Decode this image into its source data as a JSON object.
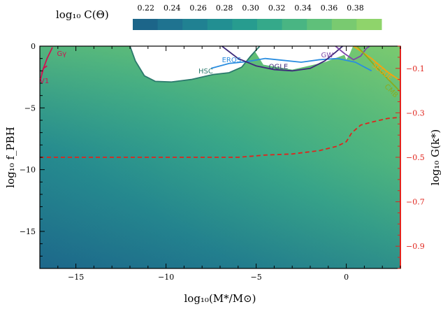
{
  "chart_data": {
    "type": "heatmap",
    "title": "",
    "xlabel": "log₁₀(M*/M⊙)",
    "ylabel": "log₁₀ f_PBH",
    "ylabel_right": "log₁₀ G(k*)",
    "colorbar_label": "log₁₀ C(Θ)",
    "xlim": [
      -17,
      3
    ],
    "ylim": [
      -18,
      0
    ],
    "ylim_right": [
      -1.0,
      0.0
    ],
    "x_ticks": [
      -15,
      -10,
      -5,
      0
    ],
    "y_ticks": [
      0,
      -5,
      -10,
      -15
    ],
    "y_ticks_right": [
      -0.1,
      -0.3,
      -0.5,
      -0.7,
      -0.9
    ],
    "colorbar": {
      "ticks": [
        0.22,
        0.24,
        0.26,
        0.28,
        0.3,
        0.32,
        0.34,
        0.36,
        0.38
      ],
      "tick_labels": [
        "0.22",
        "0.24",
        "0.26",
        "0.28",
        "0.30",
        "0.32",
        "0.34",
        "0.36",
        "0.38"
      ],
      "range": [
        0.21,
        0.4
      ],
      "colors": [
        "#1c6589",
        "#1f7390",
        "#208192",
        "#228f92",
        "#279c8f",
        "#35a98a",
        "#49b583",
        "#5fc07a",
        "#79ca70",
        "#8fd46b"
      ]
    },
    "constraints": [
      {
        "name": "Gγ",
        "color": "#d0114f",
        "points": [
          [
            -16.9,
            -2.2
          ],
          [
            -16.6,
            -1.0
          ],
          [
            -16.3,
            -0.1
          ]
        ]
      },
      {
        "name": "V1",
        "color": "#d0114f",
        "points": [
          [
            -17,
            -2.9
          ],
          [
            -16.8,
            -1.8
          ],
          [
            -16.6,
            -1.6
          ]
        ]
      },
      {
        "name": "HSC",
        "color": "#2b7a6d",
        "points": [
          [
            -12.0,
            0
          ],
          [
            -11.7,
            -1.2
          ],
          [
            -11.2,
            -2.4
          ],
          [
            -10.6,
            -2.85
          ],
          [
            -9.7,
            -2.9
          ],
          [
            -8.6,
            -2.7
          ],
          [
            -7.4,
            -2.3
          ],
          [
            -6.5,
            -2.15
          ],
          [
            -5.8,
            -1.7
          ],
          [
            -5.3,
            -0.8
          ],
          [
            -4.8,
            0
          ]
        ]
      },
      {
        "name": "EROS",
        "color": "#2a8de0",
        "points": [
          [
            -7.5,
            -1.8
          ],
          [
            -6.5,
            -1.4
          ],
          [
            -5.5,
            -1.25
          ],
          [
            -4.5,
            -1.0
          ],
          [
            -3.5,
            -1.15
          ],
          [
            -2.5,
            -1.3
          ],
          [
            -1.5,
            -1.1
          ],
          [
            -0.5,
            -1.0
          ],
          [
            0.5,
            -1.3
          ],
          [
            1.4,
            -2.0
          ]
        ]
      },
      {
        "name": "OGLE",
        "color": "#3d2a7a",
        "points": [
          [
            -6.9,
            0
          ],
          [
            -6.0,
            -1.0
          ],
          [
            -5.0,
            -1.6
          ],
          [
            -4.0,
            -1.9
          ],
          [
            -3.0,
            -2.0
          ],
          [
            -2.0,
            -1.8
          ],
          [
            -1.2,
            -1.2
          ],
          [
            -0.6,
            -0.5
          ],
          [
            -0.2,
            0
          ]
        ]
      },
      {
        "name": "GW",
        "color": "#7d48a8",
        "points": [
          [
            -0.6,
            0
          ],
          [
            -0.1,
            -0.6
          ],
          [
            0.4,
            -1.1
          ],
          [
            0.8,
            -0.8
          ],
          [
            1.1,
            -0.2
          ],
          [
            1.3,
            0
          ]
        ]
      },
      {
        "name": "SEGUE",
        "color": "#f5a30f",
        "points": [
          [
            0.4,
            0
          ],
          [
            1.4,
            -1.0
          ],
          [
            2.3,
            -2.1
          ],
          [
            3.0,
            -2.8
          ]
        ]
      },
      {
        "name": "CMB",
        "color": "#8aac1e",
        "points": [
          [
            0.6,
            0
          ],
          [
            1.6,
            -1.6
          ],
          [
            2.4,
            -2.8
          ],
          [
            3.0,
            -3.7
          ]
        ]
      }
    ],
    "dashed_line": {
      "name": "G(k*)",
      "color": "#e0241c",
      "points": [
        [
          -17,
          -0.5
        ],
        [
          -11,
          -0.5
        ],
        [
          -6,
          -0.5
        ],
        [
          -4.5,
          -0.49
        ],
        [
          -3,
          -0.485
        ],
        [
          -1.5,
          -0.47
        ],
        [
          -0.5,
          -0.45
        ],
        [
          0,
          -0.43
        ],
        [
          0.3,
          -0.39
        ],
        [
          0.8,
          -0.355
        ],
        [
          1.5,
          -0.34
        ],
        [
          2.3,
          -0.325
        ],
        [
          3.0,
          -0.32
        ]
      ]
    }
  }
}
